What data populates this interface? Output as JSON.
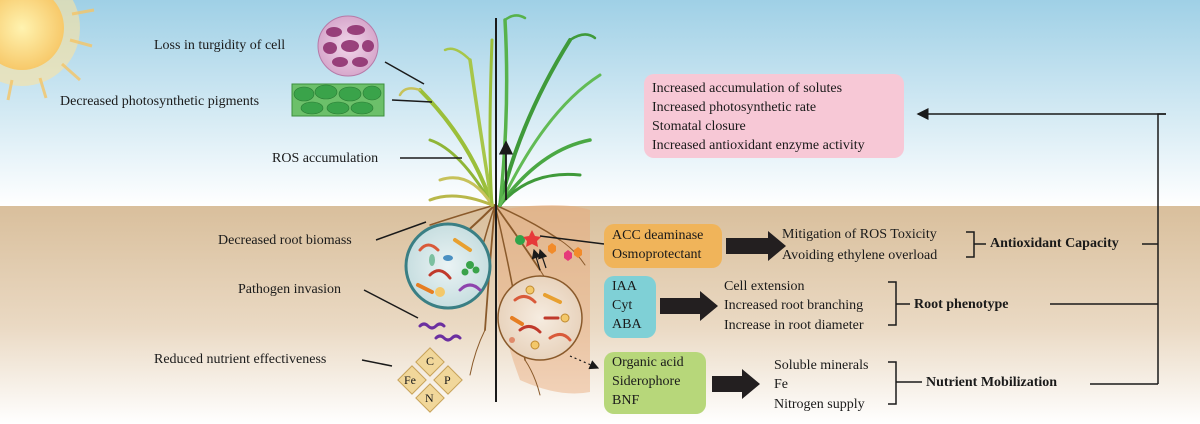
{
  "effects_left": {
    "turgidity": "Loss in turgidity of cell",
    "pigments": "Decreased photosynthetic pigments",
    "ros": "ROS accumulation",
    "root_biomass": "Decreased root biomass",
    "pathogen": "Pathogen invasion",
    "nutrient": "Reduced nutrient effectiveness"
  },
  "nutrient_tiles": [
    "C",
    "Fe",
    "P",
    "N"
  ],
  "top_box": {
    "lines": [
      "Increased accumulation of solutes",
      "Increased photosynthetic rate",
      "Stomatal closure",
      "Increased antioxidant enzyme activity"
    ]
  },
  "acc_box": {
    "lines": [
      "ACC deaminase",
      "Osmoprotectant"
    ]
  },
  "hormone_box": {
    "lines": [
      "IAA",
      "Cyt",
      "ABA"
    ]
  },
  "mobil_box": {
    "lines": [
      "Organic acid",
      "Siderophore",
      "BNF"
    ]
  },
  "antioxidant": {
    "items": [
      "Mitigation of ROS Toxicity",
      "Avoiding ethylene overload"
    ],
    "label": "Antioxidant Capacity"
  },
  "root_phenotype": {
    "items": [
      "Cell extension",
      "Increased root branching",
      "Increase in root diameter"
    ],
    "label": "Root phenotype"
  },
  "nutrient_mobilization": {
    "items": [
      "Soluble minerals",
      "Fe",
      "Nitrogen supply"
    ],
    "label": "Nutrient Mobilization"
  },
  "colors": {
    "sky_top": "#9fd0e6",
    "soil": "#dfc7a8",
    "pink_box": "#f7c8d6",
    "orange_box": "#f0b45a",
    "blue_box": "#7fd0d6",
    "green_box": "#b7d77a"
  }
}
